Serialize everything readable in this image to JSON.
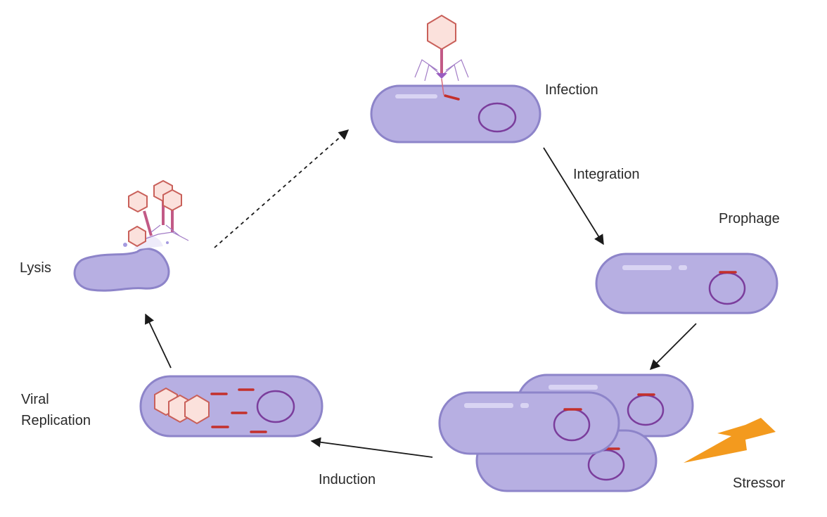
{
  "labels": {
    "infection": "Infection",
    "integration": "Integration",
    "prophage": "Prophage",
    "stressor": "Stressor",
    "induction": "Induction",
    "viral_replication_line1": "Viral",
    "viral_replication_line2": "Replication",
    "lysis": "Lysis"
  },
  "colors": {
    "cell": "#b7afe2",
    "plasmid": "#7b3d9c",
    "phage_dna": "#c4302b",
    "capsid": "#fbe1dc",
    "stressor": "#f39a1e"
  }
}
